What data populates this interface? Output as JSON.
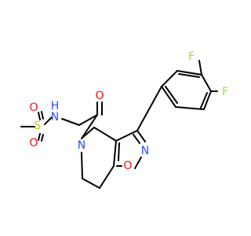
{
  "atoms": {
    "f_top": "F",
    "f_right": "F",
    "n_sulfonamide": "N",
    "h_sulfonamide": "H",
    "s_sulfonyl": "S",
    "o_sulfonyl_top": "O",
    "o_sulfonyl_bottom": "O",
    "o_carbonyl": "O",
    "n_ring": "N",
    "n_isoxazole": "N",
    "o_isoxazole": "O"
  },
  "colors": {
    "bond": "#000000",
    "fluorine": "#90e050",
    "nitrogen": "#3050f8",
    "oxygen": "#ff0d0d",
    "sulfur": "#c8c800",
    "carbon_hydrogen": "#000000"
  }
}
